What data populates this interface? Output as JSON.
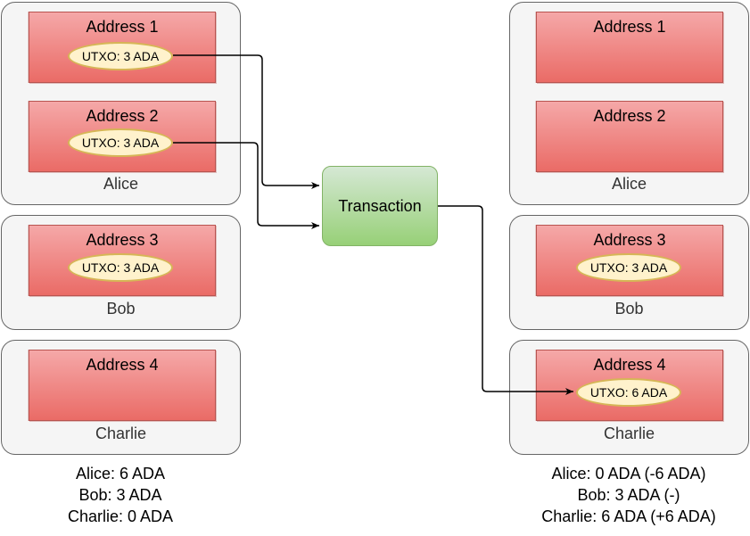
{
  "before": {
    "alice": {
      "label": "Alice",
      "address1": {
        "title": "Address 1",
        "utxo": "UTXO: 3 ADA"
      },
      "address2": {
        "title": "Address 2",
        "utxo": "UTXO: 3 ADA"
      }
    },
    "bob": {
      "label": "Bob",
      "address3": {
        "title": "Address 3",
        "utxo": "UTXO: 3 ADA"
      }
    },
    "charlie": {
      "label": "Charlie",
      "address4": {
        "title": "Address 4"
      }
    },
    "summary": [
      "Alice: 6 ADA",
      "Bob: 3 ADA",
      "Charlie: 0 ADA"
    ]
  },
  "transaction": {
    "label": "Transaction"
  },
  "after": {
    "alice": {
      "label": "Alice",
      "address1": {
        "title": "Address 1"
      },
      "address2": {
        "title": "Address 2"
      }
    },
    "bob": {
      "label": "Bob",
      "address3": {
        "title": "Address 3",
        "utxo": "UTXO: 3 ADA"
      }
    },
    "charlie": {
      "label": "Charlie",
      "address4": {
        "title": "Address 4",
        "utxo": "UTXO: 6 ADA"
      }
    },
    "summary": [
      "Alice: 0 ADA (-6 ADA)",
      "Bob: 3 ADA (-)",
      "Charlie: 6 ADA (+6 ADA)"
    ]
  },
  "colors": {
    "address_fill": "#ea6b66",
    "address_border": "#b85450",
    "utxo_fill": "#fff2cc",
    "utxo_border": "#d6b656",
    "transaction_fill": "#97d077",
    "transaction_border": "#82b366",
    "panel_fill": "#f5f5f5",
    "panel_border": "#666666"
  }
}
